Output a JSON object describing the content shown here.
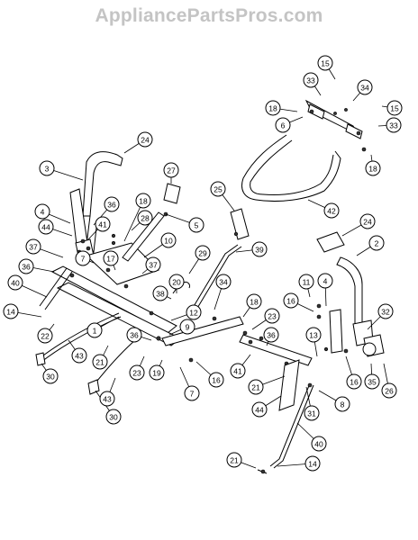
{
  "watermark": "AppliancePartsPros.com",
  "callouts": [
    {
      "label": "15"
    },
    {
      "label": "33"
    },
    {
      "label": "34"
    },
    {
      "label": "15"
    },
    {
      "label": "18"
    },
    {
      "label": "6"
    },
    {
      "label": "33"
    },
    {
      "label": "18"
    },
    {
      "label": "24"
    },
    {
      "label": "3"
    },
    {
      "label": "27"
    },
    {
      "label": "25"
    },
    {
      "label": "42"
    },
    {
      "label": "4"
    },
    {
      "label": "36"
    },
    {
      "label": "18"
    },
    {
      "label": "28"
    },
    {
      "label": "44"
    },
    {
      "label": "41"
    },
    {
      "label": "5"
    },
    {
      "label": "10"
    },
    {
      "label": "24"
    },
    {
      "label": "2"
    },
    {
      "label": "37"
    },
    {
      "label": "7"
    },
    {
      "label": "17"
    },
    {
      "label": "29"
    },
    {
      "label": "39"
    },
    {
      "label": "36"
    },
    {
      "label": "37"
    },
    {
      "label": "40"
    },
    {
      "label": "20"
    },
    {
      "label": "38"
    },
    {
      "label": "34"
    },
    {
      "label": "11"
    },
    {
      "label": "4"
    },
    {
      "label": "18"
    },
    {
      "label": "16"
    },
    {
      "label": "14"
    },
    {
      "label": "12"
    },
    {
      "label": "32"
    },
    {
      "label": "22"
    },
    {
      "label": "1"
    },
    {
      "label": "9"
    },
    {
      "label": "23"
    },
    {
      "label": "36"
    },
    {
      "label": "36"
    },
    {
      "label": "13"
    },
    {
      "label": "43"
    },
    {
      "label": "21"
    },
    {
      "label": "23"
    },
    {
      "label": "19"
    },
    {
      "label": "16"
    },
    {
      "label": "41"
    },
    {
      "label": "16"
    },
    {
      "label": "35"
    },
    {
      "label": "26"
    },
    {
      "label": "30"
    },
    {
      "label": "7"
    },
    {
      "label": "21"
    },
    {
      "label": "8"
    },
    {
      "label": "44"
    },
    {
      "label": "43"
    },
    {
      "label": "31"
    },
    {
      "label": "30"
    },
    {
      "label": "40"
    },
    {
      "label": "21"
    },
    {
      "label": "14"
    }
  ]
}
